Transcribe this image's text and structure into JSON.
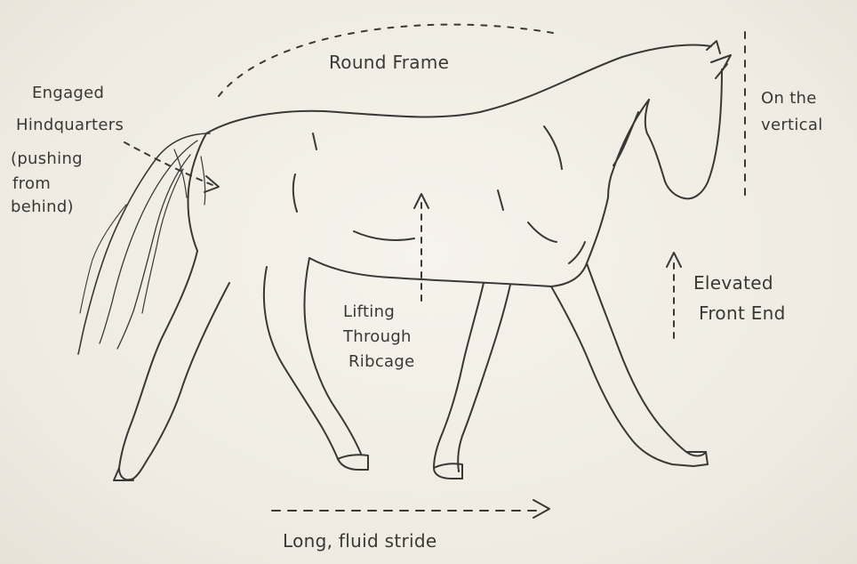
{
  "labels": {
    "round_frame": "Round Frame",
    "engaged": [
      "Engaged",
      "Hindquarters",
      "(pushing",
      "from",
      "behind)"
    ],
    "on_vertical": [
      "On the",
      "vertical"
    ],
    "lifting": [
      "Lifting",
      "Through",
      "Ribcage"
    ],
    "elevated": [
      "Elevated",
      "Front End"
    ],
    "stride": "Long, fluid stride"
  },
  "colors": {
    "paper": "#f1eee6",
    "ink": "#3a3836"
  }
}
